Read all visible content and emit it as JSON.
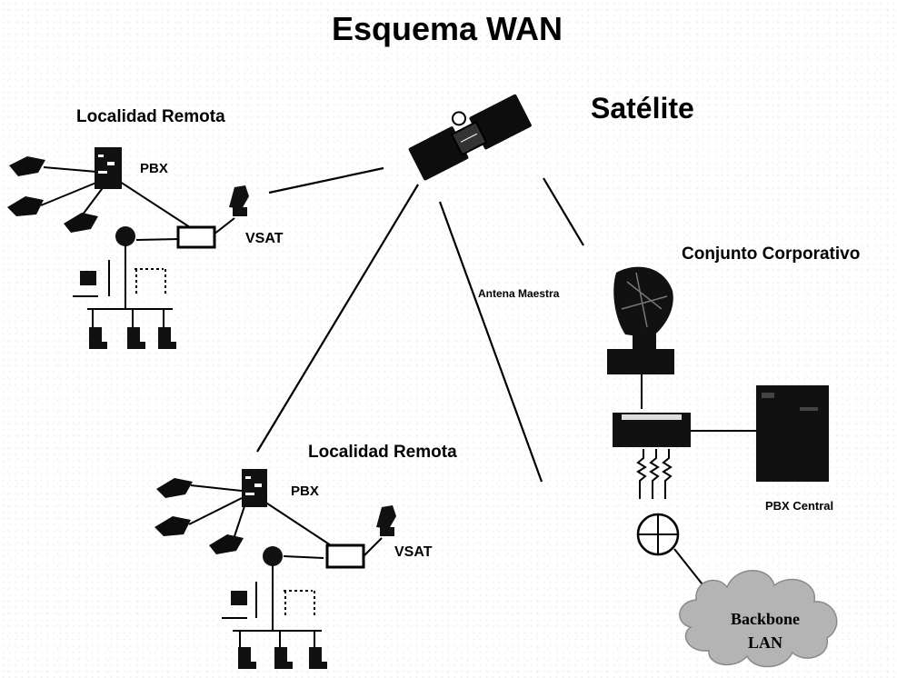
{
  "diagram": {
    "title": "Esquema WAN",
    "satellite_label": "Satélite",
    "corporate": {
      "title": "Conjunto Corporativo",
      "antenna_label": "Antena Maestra",
      "pbx_label": "PBX Central",
      "backbone_line1": "Backbone",
      "backbone_line2": "LAN"
    },
    "remote_sites": [
      {
        "title": "Localidad Remota",
        "pbx_label": "PBX",
        "vsat_label": "VSAT"
      },
      {
        "title": "Localidad Remota",
        "pbx_label": "PBX",
        "vsat_label": "VSAT"
      }
    ]
  }
}
